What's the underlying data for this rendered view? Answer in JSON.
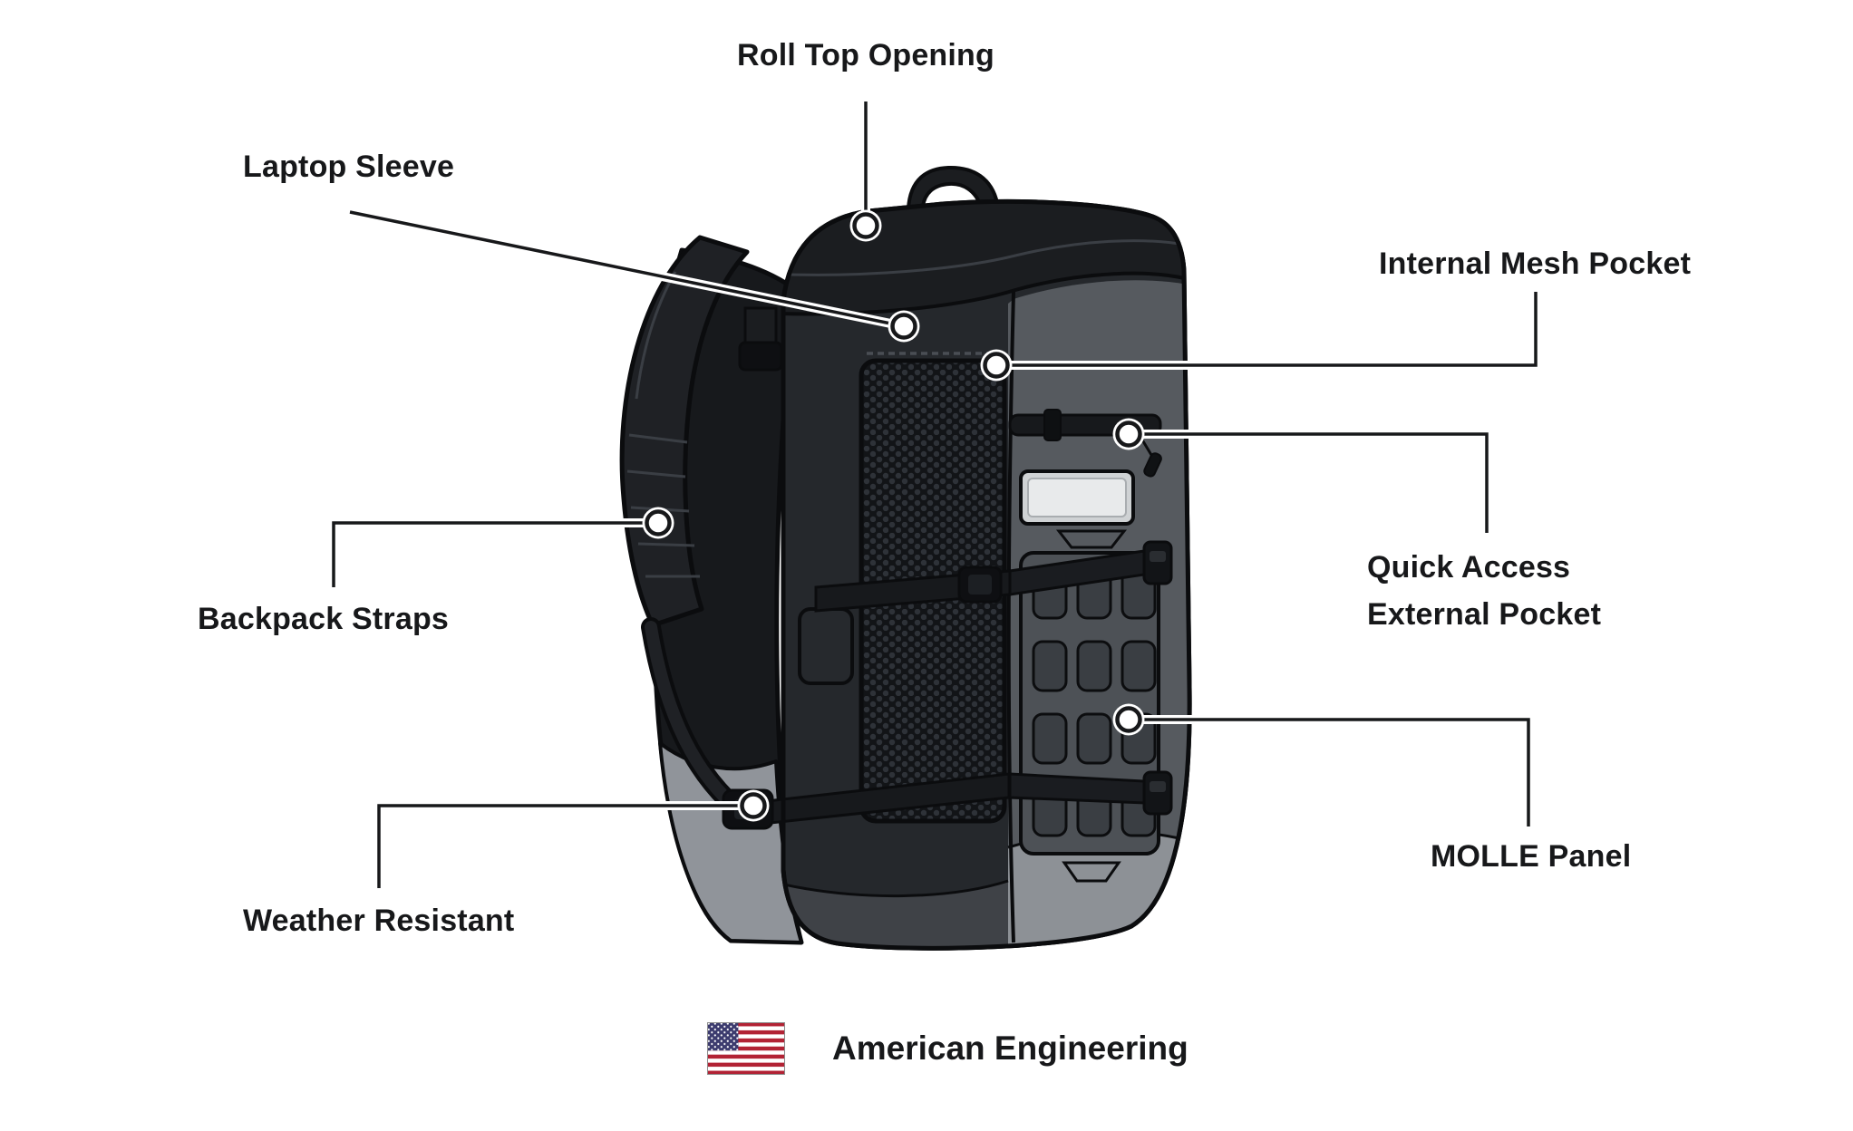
{
  "diagram": {
    "callouts": {
      "roll_top": {
        "label": "Roll Top Opening"
      },
      "laptop_sleeve": {
        "label": "Laptop Sleeve"
      },
      "internal_mesh": {
        "label": "Internal Mesh Pocket"
      },
      "backpack_straps": {
        "label": "Backpack Straps"
      },
      "quick_access": {
        "line1": "Quick Access",
        "line2": "External Pocket"
      },
      "molle_panel": {
        "label": "MOLLE Panel"
      },
      "weather_resistant": {
        "label": "Weather Resistant"
      }
    },
    "footer": {
      "flag_icon": "us-flag",
      "text": "American Engineering"
    },
    "colors": {
      "background": "#ffffff",
      "text": "#17181a",
      "callout_line": "#17181a",
      "callout_marker_fill": "#ffffff",
      "bag_black": "#25282c",
      "bag_roll_top": "#1b1d20",
      "bag_back_panel": "#17191c",
      "bag_side_gray": "#565a5f",
      "bag_bottom_light_gray": "#8d9196",
      "mesh_dark": "#121417",
      "flag_red": "#b22234",
      "flag_blue": "#3c3b6e",
      "flag_white": "#ffffff"
    }
  }
}
